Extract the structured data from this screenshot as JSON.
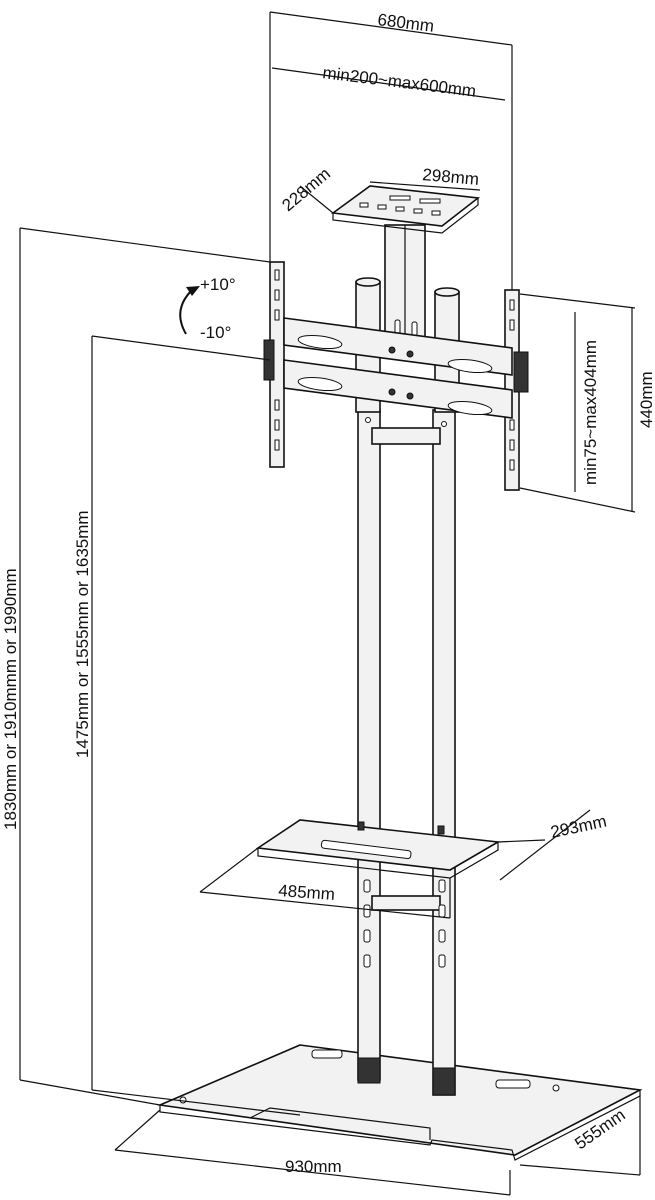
{
  "dimensions": {
    "overall_width": "680mm",
    "vesa_width": "min200~max600mm",
    "shelf_top_depth": "228mm",
    "shelf_top_width": "298mm",
    "tilt_up": "+10°",
    "tilt_down": "-10°",
    "vesa_height": "min75~max404mm",
    "bracket_height": "440mm",
    "total_height": "1830mm or 1910mmm or 1990mm",
    "center_height": "1475mm or 1555mm or 1635mm",
    "shelf_depth": "293mm",
    "shelf_width": "485mm",
    "base_depth": "555mm",
    "base_width": "930mm"
  }
}
